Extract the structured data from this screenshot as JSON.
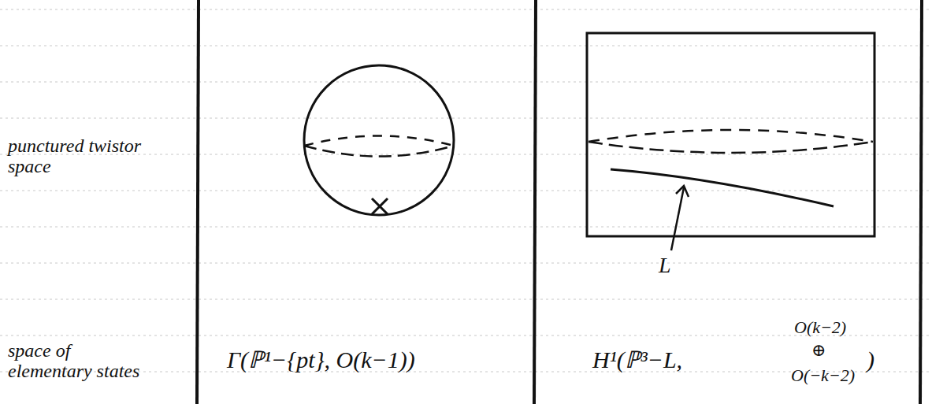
{
  "diagram": {
    "labels": [
      "punctured twistor space",
      "space of elementary states",
      "Γ(ℙ¹−{pt}, O(k−1))",
      "H¹(ℙ³−L,",
      "O(k−2)",
      "⊕",
      "O(−k−2)",
      ")",
      "L"
    ]
  }
}
